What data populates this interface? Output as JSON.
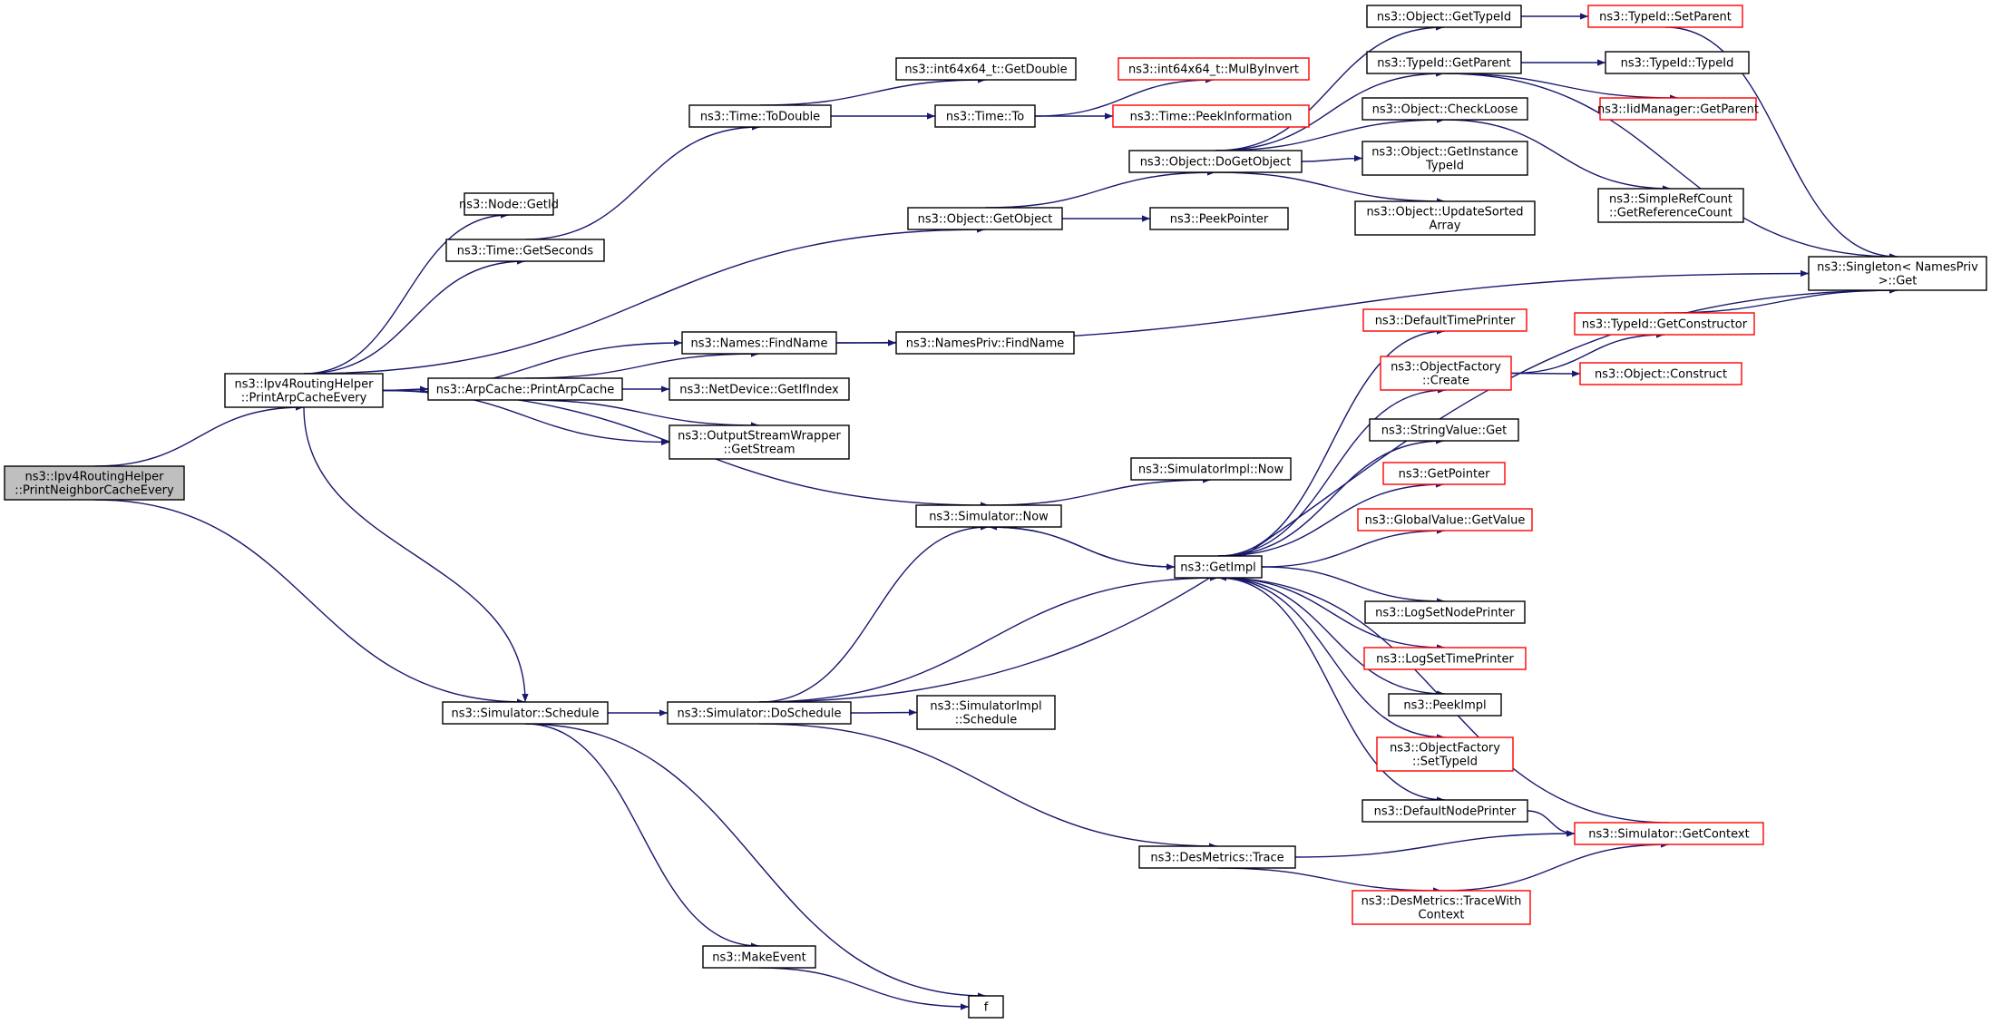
{
  "colors": {
    "edge": "#191970",
    "normal_border": "#000000",
    "truncated_border": "#ff0000",
    "focus_fill": "#bfbfbf",
    "node_fill": "#ffffff",
    "text": "#000000"
  },
  "nodes": [
    {
      "id": "n0",
      "lines": [
        "ns3::Ipv4RoutingHelper",
        "::PrintNeighborCacheEvery"
      ],
      "style": "focus"
    },
    {
      "id": "n1",
      "lines": [
        "ns3::Ipv4RoutingHelper",
        "::PrintArpCacheEvery"
      ],
      "style": "normal"
    },
    {
      "id": "n2",
      "lines": [
        "ns3::Simulator::Schedule"
      ],
      "style": "normal"
    },
    {
      "id": "n3",
      "lines": [
        "ns3::Node::GetId"
      ],
      "style": "normal"
    },
    {
      "id": "n4",
      "lines": [
        "ns3::Time::GetSeconds"
      ],
      "style": "normal"
    },
    {
      "id": "n5",
      "lines": [
        "ns3::Names::FindName"
      ],
      "style": "normal"
    },
    {
      "id": "n6",
      "lines": [
        "ns3::ArpCache::PrintArpCache"
      ],
      "style": "normal"
    },
    {
      "id": "n7",
      "lines": [
        "ns3::OutputStreamWrapper",
        "::GetStream"
      ],
      "style": "normal"
    },
    {
      "id": "n8",
      "lines": [
        "ns3::Object::GetObject"
      ],
      "style": "normal"
    },
    {
      "id": "n9",
      "lines": [
        "ns3::Simulator::Now"
      ],
      "style": "normal"
    },
    {
      "id": "n10",
      "lines": [
        "ns3::Time::ToDouble"
      ],
      "style": "normal"
    },
    {
      "id": "n11",
      "lines": [
        "ns3::int64x64_t::GetDouble"
      ],
      "style": "normal"
    },
    {
      "id": "n12",
      "lines": [
        "ns3::Time::To"
      ],
      "style": "normal"
    },
    {
      "id": "n13",
      "lines": [
        "ns3::int64x64_t::MulByInvert"
      ],
      "style": "truncated"
    },
    {
      "id": "n14",
      "lines": [
        "ns3::Time::PeekInformation"
      ],
      "style": "truncated"
    },
    {
      "id": "n15",
      "lines": [
        "ns3::NamesPriv::FindName"
      ],
      "style": "normal"
    },
    {
      "id": "n16",
      "lines": [
        "ns3::NetDevice::GetIfIndex"
      ],
      "style": "normal"
    },
    {
      "id": "n17",
      "lines": [
        "ns3::Object::DoGetObject"
      ],
      "style": "normal"
    },
    {
      "id": "n18",
      "lines": [
        "ns3::PeekPointer"
      ],
      "style": "normal"
    },
    {
      "id": "n19",
      "lines": [
        "ns3::Object::GetTypeId"
      ],
      "style": "normal"
    },
    {
      "id": "n20",
      "lines": [
        "ns3::TypeId::GetParent"
      ],
      "style": "normal"
    },
    {
      "id": "n21",
      "lines": [
        "ns3::Object::CheckLoose"
      ],
      "style": "normal"
    },
    {
      "id": "n22",
      "lines": [
        "ns3::Object::GetInstance",
        "TypeId"
      ],
      "style": "normal"
    },
    {
      "id": "n23",
      "lines": [
        "ns3::Object::UpdateSorted",
        "Array"
      ],
      "style": "normal"
    },
    {
      "id": "n24",
      "lines": [
        "ns3::TypeId::SetParent"
      ],
      "style": "truncated"
    },
    {
      "id": "n25",
      "lines": [
        "ns3::TypeId::TypeId"
      ],
      "style": "normal"
    },
    {
      "id": "n26",
      "lines": [
        "ns3::IidManager::GetParent"
      ],
      "style": "truncated"
    },
    {
      "id": "n27",
      "lines": [
        "ns3::SimpleRefCount",
        "::GetReferenceCount"
      ],
      "style": "normal"
    },
    {
      "id": "n28",
      "lines": [
        "ns3::Singleton< NamesPriv",
        ">::Get"
      ],
      "style": "normal"
    },
    {
      "id": "n29",
      "lines": [
        "ns3::SimulatorImpl::Now"
      ],
      "style": "normal"
    },
    {
      "id": "n30",
      "lines": [
        "ns3::GetImpl"
      ],
      "style": "normal"
    },
    {
      "id": "n31",
      "lines": [
        "ns3::DefaultTimePrinter"
      ],
      "style": "truncated"
    },
    {
      "id": "n32",
      "lines": [
        "ns3::ObjectFactory",
        "::Create"
      ],
      "style": "truncated"
    },
    {
      "id": "n33",
      "lines": [
        "ns3::StringValue::Get"
      ],
      "style": "normal"
    },
    {
      "id": "n34",
      "lines": [
        "ns3::GetPointer"
      ],
      "style": "truncated"
    },
    {
      "id": "n35",
      "lines": [
        "ns3::GlobalValue::GetValue"
      ],
      "style": "truncated"
    },
    {
      "id": "n36",
      "lines": [
        "ns3::LogSetNodePrinter"
      ],
      "style": "normal"
    },
    {
      "id": "n37",
      "lines": [
        "ns3::LogSetTimePrinter"
      ],
      "style": "truncated"
    },
    {
      "id": "n38",
      "lines": [
        "ns3::PeekImpl"
      ],
      "style": "normal"
    },
    {
      "id": "n39",
      "lines": [
        "ns3::ObjectFactory",
        "::SetTypeId"
      ],
      "style": "truncated"
    },
    {
      "id": "n40",
      "lines": [
        "ns3::DefaultNodePrinter"
      ],
      "style": "normal"
    },
    {
      "id": "n41",
      "lines": [
        "ns3::TypeId::GetConstructor"
      ],
      "style": "truncated"
    },
    {
      "id": "n42",
      "lines": [
        "ns3::Object::Construct"
      ],
      "style": "truncated"
    },
    {
      "id": "n43",
      "lines": [
        "ns3::Simulator::DoSchedule"
      ],
      "style": "normal"
    },
    {
      "id": "n44",
      "lines": [
        "ns3::SimulatorImpl",
        "::Schedule"
      ],
      "style": "normal"
    },
    {
      "id": "n45",
      "lines": [
        "ns3::DesMetrics::Trace"
      ],
      "style": "normal"
    },
    {
      "id": "n46",
      "lines": [
        "ns3::DesMetrics::TraceWith",
        "Context"
      ],
      "style": "truncated"
    },
    {
      "id": "n47",
      "lines": [
        "ns3::Simulator::GetContext"
      ],
      "style": "truncated"
    },
    {
      "id": "n48",
      "lines": [
        "ns3::MakeEvent"
      ],
      "style": "normal"
    },
    {
      "id": "n49",
      "lines": [
        "f"
      ],
      "style": "normal"
    }
  ],
  "edges": [
    [
      "n0",
      "n1"
    ],
    [
      "n0",
      "n2"
    ],
    [
      "n1",
      "n3"
    ],
    [
      "n1",
      "n4"
    ],
    [
      "n1",
      "n5"
    ],
    [
      "n1",
      "n6"
    ],
    [
      "n1",
      "n7"
    ],
    [
      "n1",
      "n8"
    ],
    [
      "n1",
      "n9"
    ],
    [
      "n1",
      "n2"
    ],
    [
      "n4",
      "n10"
    ],
    [
      "n10",
      "n11"
    ],
    [
      "n10",
      "n12"
    ],
    [
      "n12",
      "n13"
    ],
    [
      "n12",
      "n14"
    ],
    [
      "n5",
      "n15"
    ],
    [
      "n5",
      "n28"
    ],
    [
      "n6",
      "n5"
    ],
    [
      "n6",
      "n16"
    ],
    [
      "n6",
      "n7"
    ],
    [
      "n8",
      "n17"
    ],
    [
      "n8",
      "n18"
    ],
    [
      "n17",
      "n19"
    ],
    [
      "n17",
      "n20"
    ],
    [
      "n17",
      "n21"
    ],
    [
      "n17",
      "n22"
    ],
    [
      "n17",
      "n23"
    ],
    [
      "n19",
      "n24"
    ],
    [
      "n24",
      "n28"
    ],
    [
      "n20",
      "n25"
    ],
    [
      "n20",
      "n26"
    ],
    [
      "n20",
      "n28"
    ],
    [
      "n21",
      "n27"
    ],
    [
      "n9",
      "n29"
    ],
    [
      "n9",
      "n30"
    ],
    [
      "n30",
      "n9"
    ],
    [
      "n30",
      "n31"
    ],
    [
      "n30",
      "n32"
    ],
    [
      "n30",
      "n33"
    ],
    [
      "n30",
      "n34"
    ],
    [
      "n30",
      "n35"
    ],
    [
      "n30",
      "n36"
    ],
    [
      "n30",
      "n37"
    ],
    [
      "n30",
      "n38"
    ],
    [
      "n30",
      "n39"
    ],
    [
      "n30",
      "n40"
    ],
    [
      "n32",
      "n41"
    ],
    [
      "n32",
      "n42"
    ],
    [
      "n41",
      "n28"
    ],
    [
      "n40",
      "n47"
    ],
    [
      "n47",
      "n30"
    ],
    [
      "n2",
      "n43"
    ],
    [
      "n2",
      "n48"
    ],
    [
      "n2",
      "n49"
    ],
    [
      "n43",
      "n9"
    ],
    [
      "n43",
      "n30"
    ],
    [
      "n43",
      "n44"
    ],
    [
      "n43",
      "n45"
    ],
    [
      "n43",
      "n28"
    ],
    [
      "n45",
      "n47"
    ],
    [
      "n45",
      "n46"
    ],
    [
      "n46",
      "n47"
    ],
    [
      "n48",
      "n49"
    ]
  ]
}
